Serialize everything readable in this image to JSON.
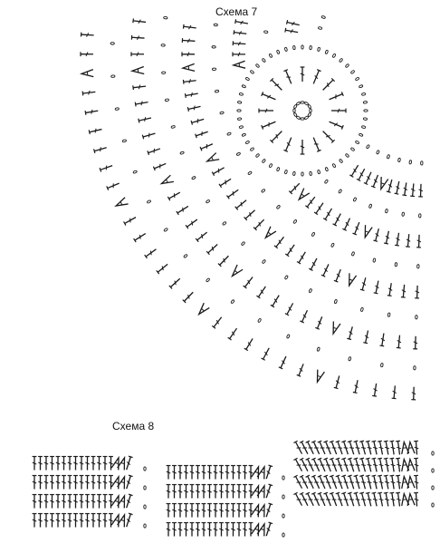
{
  "schemes": [
    {
      "label": "Схема 7"
    },
    {
      "label": "Схема 8"
    }
  ],
  "ink_color": "#1a1a1a",
  "symbols": [
    "double-crochet",
    "chain-stitch",
    "double-crochet-decrease"
  ]
}
